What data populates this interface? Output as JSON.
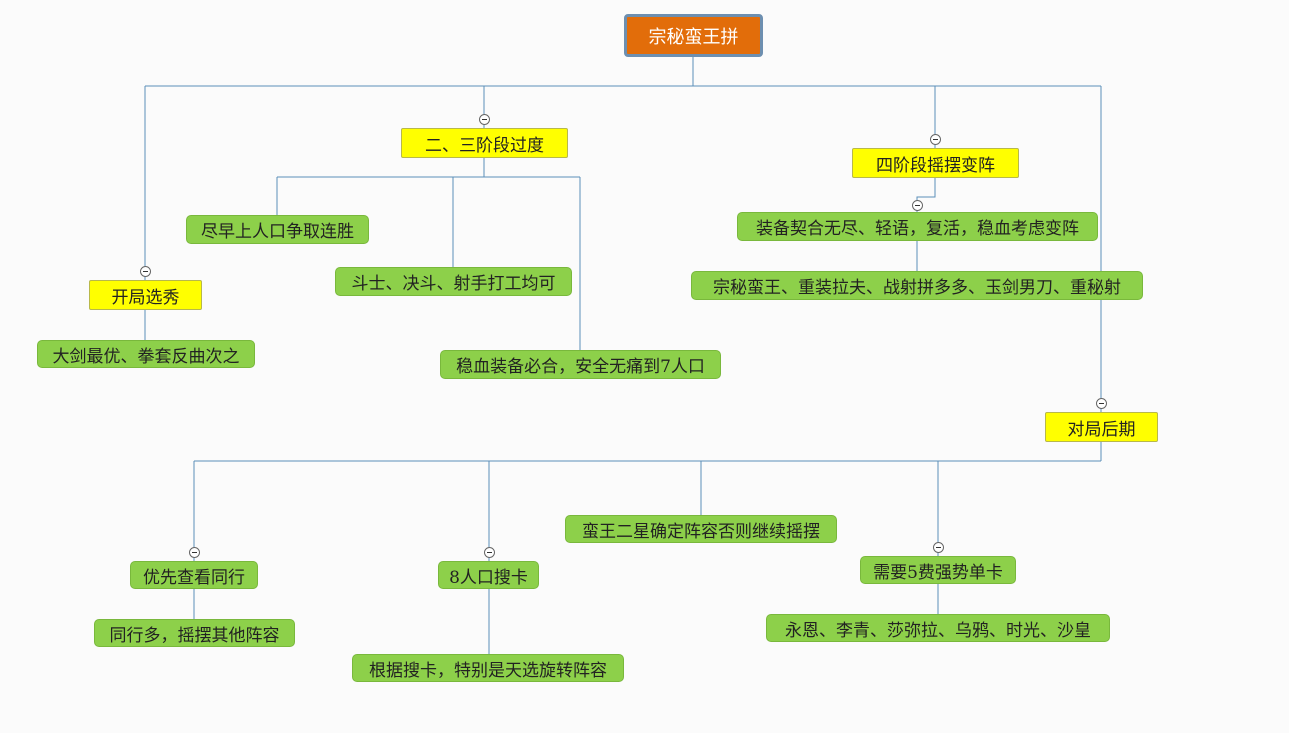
{
  "root": {
    "label": "宗秘蛮王拼"
  },
  "opening": {
    "label": "开局选秀",
    "children": [
      "大剑最优、拳套反曲次之"
    ]
  },
  "stage23": {
    "label": "二、三阶段过度",
    "children": [
      "尽早上人口争取连胜",
      "斗士、决斗、射手打工均可",
      "稳血装备必合，安全无痛到7人口"
    ]
  },
  "stage4": {
    "label": "四阶段摇摆变阵",
    "sub": "装备契合无尽、轻语，复活，稳血考虑变阵",
    "subchild": "宗秘蛮王、重装拉夫、战射拼多多、玉剑男刀、重秘射"
  },
  "late": {
    "label": "对局后期",
    "children": {
      "priority": {
        "label": "优先查看同行",
        "child": "同行多，摇摆其他阵容"
      },
      "level8": {
        "label": "8人口搜卡",
        "child": "根据搜卡，特别是天选旋转阵容"
      },
      "barbarian": {
        "label": "蛮王二星确定阵容否则继续摇摆"
      },
      "carry": {
        "label": "需要5费强势单卡",
        "child": "永恩、李青、莎弥拉、乌鸦、时光、沙皇"
      }
    }
  },
  "colors": {
    "root_bg": "#e26d0a",
    "topic_bg": "#ffff00",
    "leaf_bg": "#8dd04a",
    "connector": "#5b8fb8"
  }
}
